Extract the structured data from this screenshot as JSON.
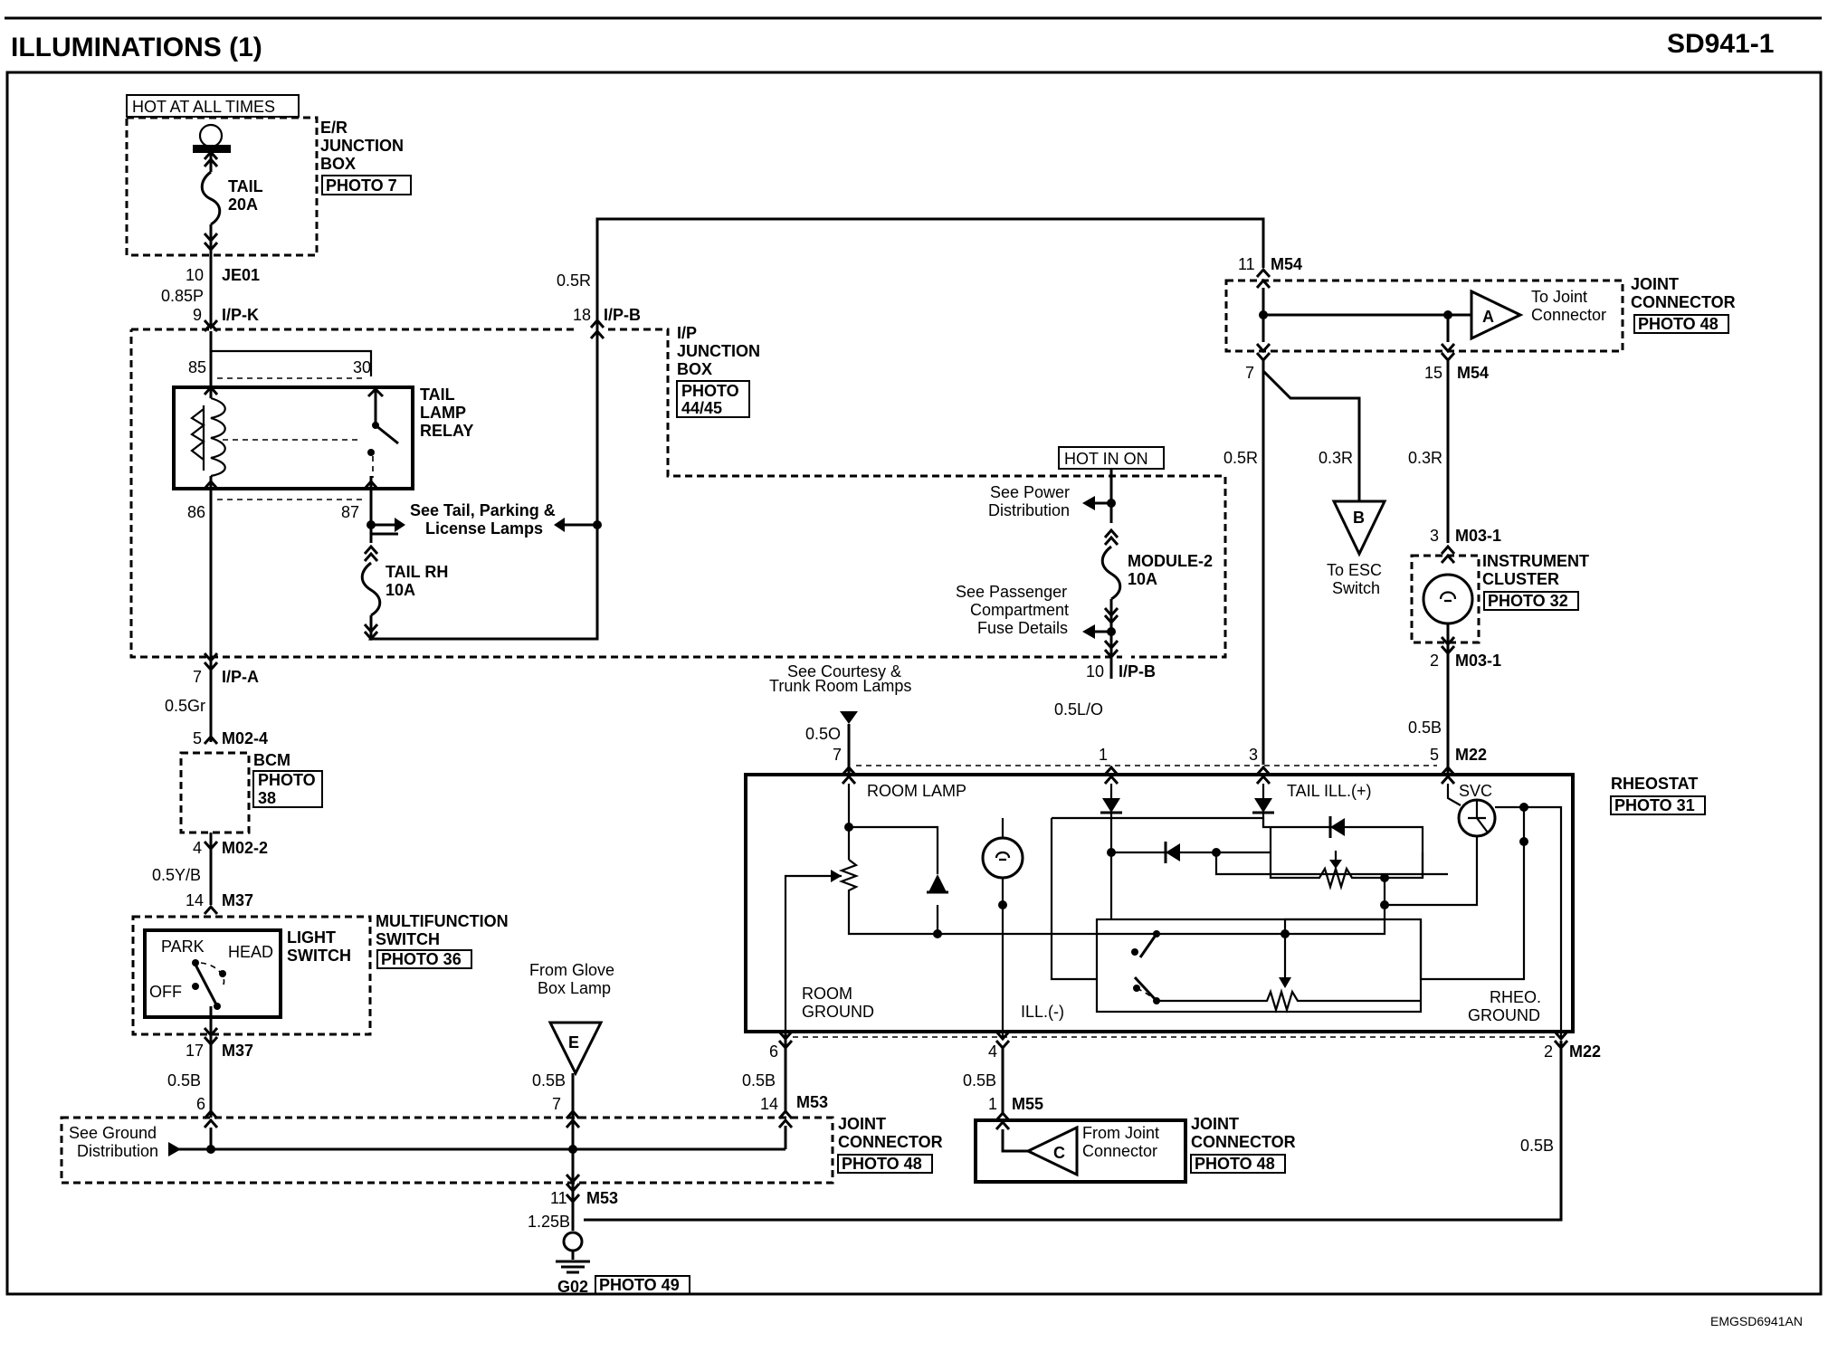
{
  "header": {
    "title": "ILLUMINATIONS (1)",
    "code": "SD941-1"
  },
  "footer": {
    "doc_id": "EMGSD6941AN"
  },
  "power": {
    "hot_at_all_times": "HOT AT ALL TIMES",
    "hot_in_on": "HOT IN ON"
  },
  "er_box": {
    "name_l1": "E/R",
    "name_l2": "JUNCTION",
    "name_l3": "BOX",
    "photo": "PHOTO 7",
    "fuse_l1": "TAIL",
    "fuse_l2": "20A"
  },
  "ip_box": {
    "name_l1": "I/P",
    "name_l2": "JUNCTION",
    "name_l3": "BOX",
    "photo_l1": "PHOTO",
    "photo_l2": "44/45"
  },
  "relay": {
    "name_l1": "TAIL",
    "name_l2": "LAMP",
    "name_l3": "RELAY",
    "pin85": "85",
    "pin30": "30",
    "pin86": "86",
    "pin87": "87"
  },
  "tail_rh": {
    "l1": "TAIL RH",
    "l2": "10A"
  },
  "module2": {
    "l1": "MODULE-2",
    "l2": "10A"
  },
  "refs": {
    "see_tail_l1": "See Tail, Parking &",
    "see_tail_l2": "License Lamps",
    "see_power_l1": "See Power",
    "see_power_l2": "Distribution",
    "see_pass_l1": "See Passenger",
    "see_pass_l2": "Compartment",
    "see_pass_l3": "Fuse Details",
    "courtesy_l1": "See Courtesy &",
    "courtesy_l2": "Trunk Room Lamps",
    "glove_l1": "From Glove",
    "glove_l2": "Box Lamp",
    "ground_l1": "See Ground",
    "ground_l2": "Distribution",
    "esc_l1": "To ESC",
    "esc_l2": "Switch",
    "to_joint_l1": "To Joint",
    "to_joint_l2": "Connector",
    "from_joint_l1": "From Joint",
    "from_joint_l2": "Connector"
  },
  "connectors": {
    "je01_pin": "10",
    "je01": "JE01",
    "wire_085p": "0.85P",
    "ipk_pin": "9",
    "ipk": "I/P-K",
    "ipb18_pin": "18",
    "ipb18": "I/P-B",
    "wire_05r_a": "0.5R",
    "ipa_pin": "7",
    "ipa": "I/P-A",
    "wire_05gr": "0.5Gr",
    "m024_pin": "5",
    "m024": "M02-4",
    "m022_pin": "4",
    "m022": "M02-2",
    "wire_05yb": "0.5Y/B",
    "m37_top_pin": "14",
    "m37_top": "M37",
    "m37_bot_pin": "17",
    "m37_bot": "M37",
    "m54_11": "11",
    "m54_a": "M54",
    "m54_7": "7",
    "m54_15": "15",
    "m54_b": "M54",
    "wire_05r_b": "0.5R",
    "wire_03r_a": "0.3R",
    "wire_03r_b": "0.3R",
    "m031_top_pin": "3",
    "m031_top": "M03-1",
    "m031_bot_pin": "2",
    "m031_bot": "M03-1",
    "wire_05b_ic": "0.5B",
    "m22_5": "5",
    "m22_a": "M22",
    "ipb10_pin": "10",
    "ipb10": "I/P-B",
    "wire_05lo": "0.5L/O",
    "rh_pin7": "7",
    "rh_pin1": "1",
    "rh_pin3": "3",
    "wire_05o": "0.5O",
    "rh_pin6": "6",
    "rh_pin4": "4",
    "rh_pin2": "2",
    "m22_b": "M22",
    "jc_pin6": "6",
    "jc_pin7": "7",
    "jc_pin14": "14",
    "m53_a": "M53",
    "wire_05b_1": "0.5B",
    "wire_05b_2": "0.5B",
    "wire_05b_3": "0.5B",
    "wire_05b_4": "0.5B",
    "wire_05b_5": "0.5B",
    "m55_pin": "1",
    "m55": "M55",
    "m53_11": "11",
    "m53_b": "M53",
    "wire_125b": "1.25B",
    "g02": "G02",
    "g02_photo": "PHOTO 49"
  },
  "bcm": {
    "name": "BCM",
    "photo_l1": "PHOTO",
    "photo_l2": "38"
  },
  "mf_switch": {
    "name_l1": "MULTIFUNCTION",
    "name_l2": "SWITCH",
    "photo": "PHOTO 36",
    "light_l1": "LIGHT",
    "light_l2": "SWITCH",
    "park": "PARK",
    "head": "HEAD",
    "off": "OFF"
  },
  "joint_conn_top": {
    "l1": "JOINT",
    "l2": "CONNECTOR",
    "photo": "PHOTO 48",
    "tri": "A"
  },
  "esc_tri": "B",
  "instrument": {
    "l1": "INSTRUMENT",
    "l2": "CLUSTER",
    "photo": "PHOTO 32"
  },
  "rheostat": {
    "name": "RHEOSTAT",
    "photo": "PHOTO 31",
    "room_lamp": "ROOM LAMP",
    "tail_ill": "TAIL ILL.(+)",
    "svc": "SVC",
    "room_ground_l1": "ROOM",
    "room_ground_l2": "GROUND",
    "ill_minus": "ILL.(-)",
    "rheo_ground_l1": "RHEO.",
    "rheo_ground_l2": "GROUND"
  },
  "joint_conn_bl": {
    "l1": "JOINT",
    "l2": "CONNECTOR",
    "photo": "PHOTO 48"
  },
  "glove_tri": "E",
  "joint_conn_br": {
    "l1": "JOINT",
    "l2": "CONNECTOR",
    "photo": "PHOTO 48",
    "tri": "C"
  }
}
